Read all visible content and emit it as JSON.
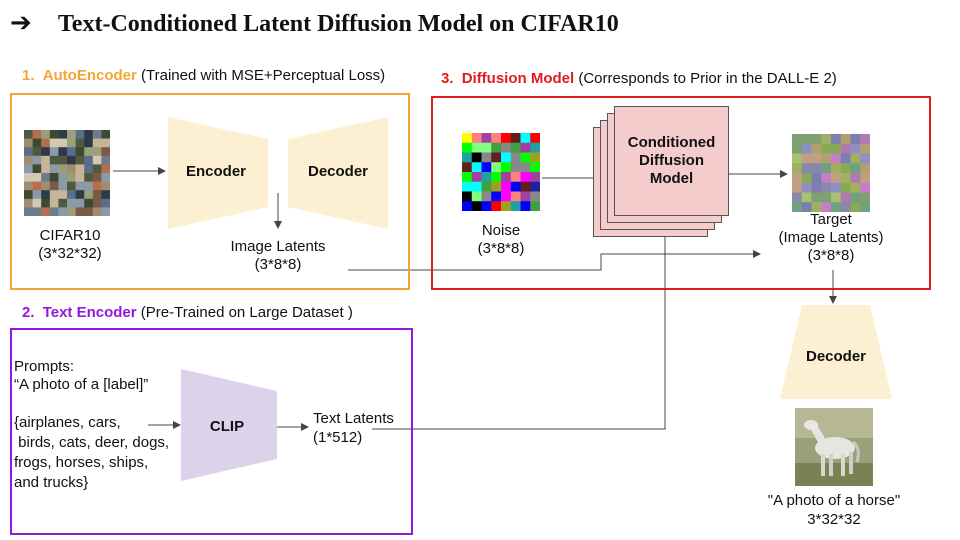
{
  "title": "Text-Conditioned Latent Diffusion Model on CIFAR10",
  "colors": {
    "autoencoder": "#f5a535",
    "text_encoder": "#9417e0",
    "diffusion": "#e01c1c",
    "shape_fill": "#fdf0d2",
    "clip_fill": "#dcd3ea",
    "cdm_fill": "#f4cccc"
  },
  "autoencoder": {
    "number": "1.",
    "name": "AutoEncoder",
    "desc": "(Trained with MSE+Perceptual Loss)",
    "dataset_name": "CIFAR10",
    "dataset_dims": "(3*32*32)",
    "encoder": "Encoder",
    "decoder": "Decoder",
    "latents_name": "Image Latents",
    "latents_dims": "(3*8*8)"
  },
  "text_encoder": {
    "number": "2.",
    "name": "Text Encoder",
    "desc": "(Pre-Trained on Large Dataset )",
    "prompts_label": "Prompts:",
    "prompt_template": "“A photo of  a [label]”",
    "labels_lines": [
      "{airplanes, cars,",
      " birds, cats, deer, dogs,",
      "frogs, horses, ships,",
      "and trucks}"
    ],
    "model": "CLIP",
    "latents_name": "Text Latents",
    "latents_dims": "(1*512)"
  },
  "diffusion": {
    "number": "3.",
    "name": "Diffusion Model",
    "desc": "(Corresponds to Prior in the DALL-E 2)",
    "noise_name": "Noise",
    "noise_dims": "(3*8*8)",
    "model_lines": [
      "Conditioned",
      "Diffusion",
      "Model"
    ],
    "target_lines": [
      "Target",
      "(Image Latents)",
      "(3*8*8)"
    ]
  },
  "output": {
    "decoder": "Decoder",
    "caption": "\"A photo of a horse\"",
    "dims": "3*32*32"
  }
}
